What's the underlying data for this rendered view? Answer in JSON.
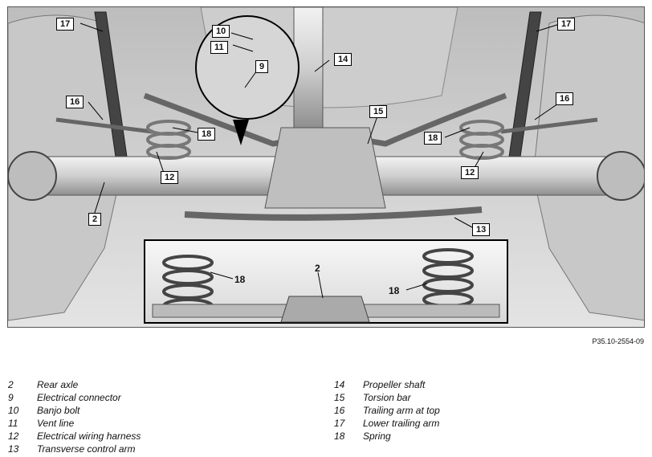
{
  "figure": {
    "reference_code": "P35.10-2554-09",
    "callouts": {
      "c17_left": "17",
      "c17_right": "17",
      "c16_left": "16",
      "c16_right": "16",
      "c10": "10",
      "c11": "11",
      "c9": "9",
      "c14": "14",
      "c15": "15",
      "c18_top_left": "18",
      "c18_top_right": "18",
      "c12_left": "12",
      "c12_right": "12",
      "c2_top": "2",
      "c13": "13",
      "c18_inset_left": "18",
      "c2_inset": "2",
      "c18_inset_right": "18"
    }
  },
  "legend": {
    "left": [
      {
        "num": "2",
        "label": "Rear axle"
      },
      {
        "num": "9",
        "label": "Electrical connector"
      },
      {
        "num": "10",
        "label": "Banjo bolt"
      },
      {
        "num": "11",
        "label": "Vent line"
      },
      {
        "num": "12",
        "label": "Electrical wiring harness"
      },
      {
        "num": "13",
        "label": "Transverse control arm"
      }
    ],
    "right": [
      {
        "num": "14",
        "label": "Propeller shaft"
      },
      {
        "num": "15",
        "label": "Torsion bar"
      },
      {
        "num": "16",
        "label": "Trailing arm at top"
      },
      {
        "num": "17",
        "label": "Lower trailing arm"
      },
      {
        "num": "18",
        "label": "Spring"
      }
    ]
  }
}
